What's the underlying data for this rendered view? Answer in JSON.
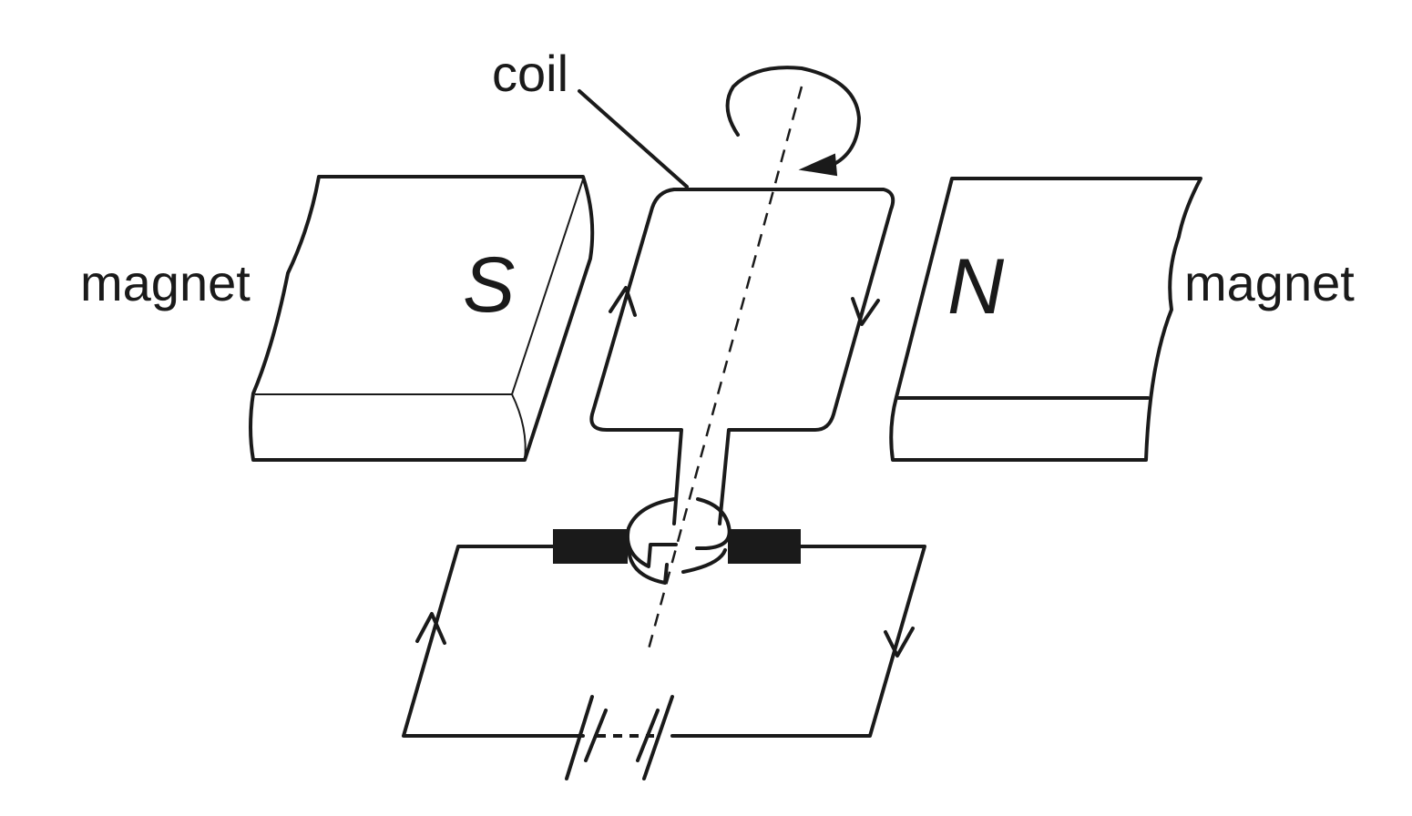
{
  "labels": {
    "coil": "coil",
    "magnet_left": "magnet",
    "magnet_right": "magnet",
    "pole_south": "S",
    "pole_north": "N"
  },
  "colors": {
    "ink": "#1a1a1a",
    "background": "#ffffff"
  }
}
